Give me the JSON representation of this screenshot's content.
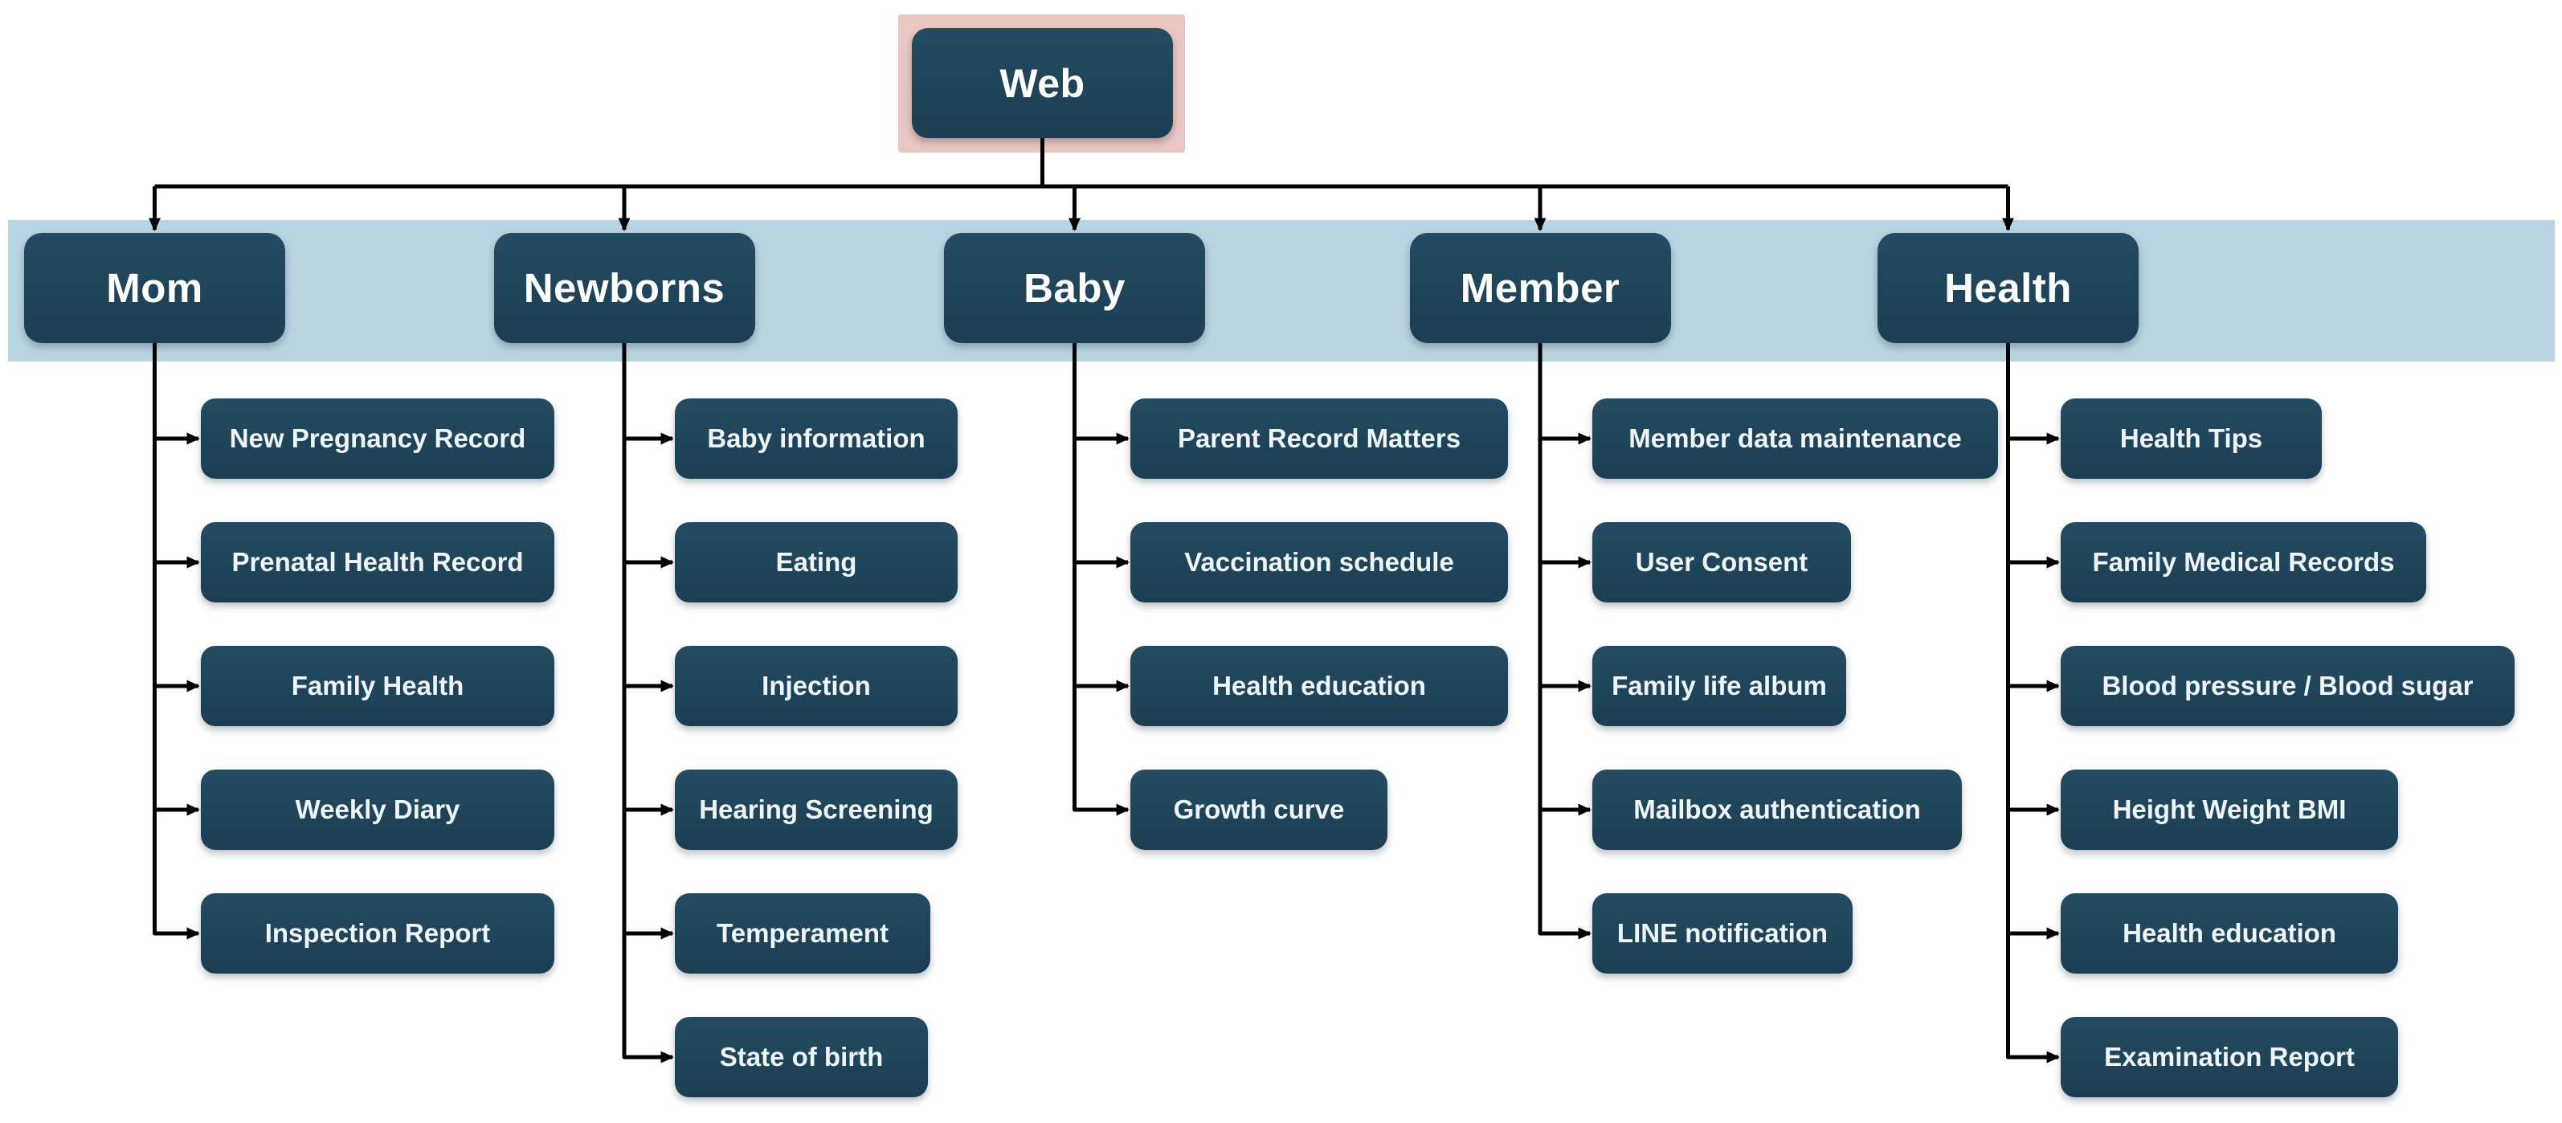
{
  "diagram": {
    "root_label": "Web",
    "branches": [
      {
        "label": "Mom",
        "children": [
          "New Pregnancy Record",
          "Prenatal Health Record",
          "Family Health",
          "Weekly Diary",
          "Inspection Report"
        ]
      },
      {
        "label": "Newborns",
        "children": [
          "Baby information",
          "Eating",
          "Injection",
          "Hearing Screening",
          "Temperament",
          "State of birth"
        ]
      },
      {
        "label": "Baby",
        "children": [
          "Parent Record Matters",
          "Vaccination schedule",
          "Health education",
          "Growth curve"
        ]
      },
      {
        "label": "Member",
        "children": [
          "Member data maintenance",
          "User Consent",
          "Family life album",
          "Mailbox authentication",
          "LINE notification"
        ]
      },
      {
        "label": "Health",
        "children": [
          "Health Tips",
          "Family Medical Records",
          "Blood pressure / Blood sugar",
          "Height Weight BMI",
          "Health education",
          "Examination Report"
        ]
      }
    ],
    "colors": {
      "node_fill": "#1f4459",
      "node_fill_top": "#254b62",
      "node_fill_bottom": "#1c3e52",
      "node_text": "#ffffff",
      "child_text": "#eef5f9",
      "band_fill": "#b8d3e1",
      "root_halo": "#e9c6c1",
      "connector": "#000000",
      "background": "#ffffff"
    }
  }
}
